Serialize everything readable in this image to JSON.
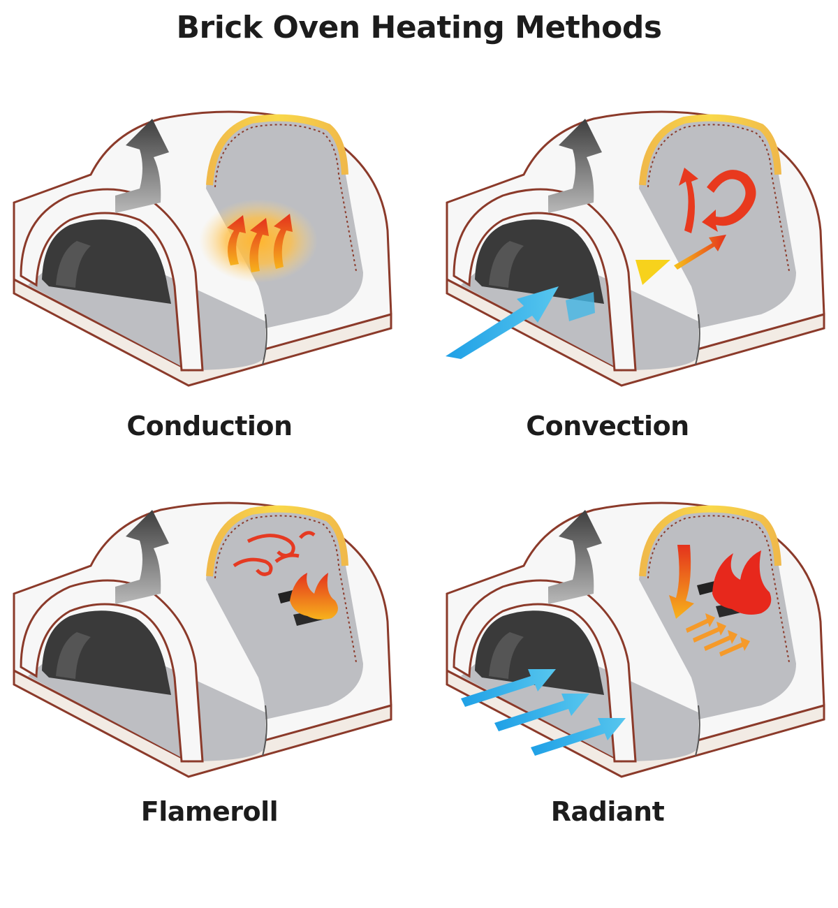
{
  "title": "Brick Oven Heating Methods",
  "palette": {
    "dome_fill": "#f7f7f7",
    "outline": "#8b3a2a",
    "interior_gray": "#bdbec2",
    "opening_dark": "#3a3a3a",
    "insulation_yellow": "#f3c14a",
    "hot_orange": "#f28a1e",
    "hot_red": "#e0291d",
    "cool_blue": "#2ba6e3",
    "smoke_gray": "#555555"
  },
  "panels": [
    {
      "caption": "Conduction"
    },
    {
      "caption": "Convection"
    },
    {
      "caption": "Flameroll"
    },
    {
      "caption": "Radiant"
    }
  ]
}
